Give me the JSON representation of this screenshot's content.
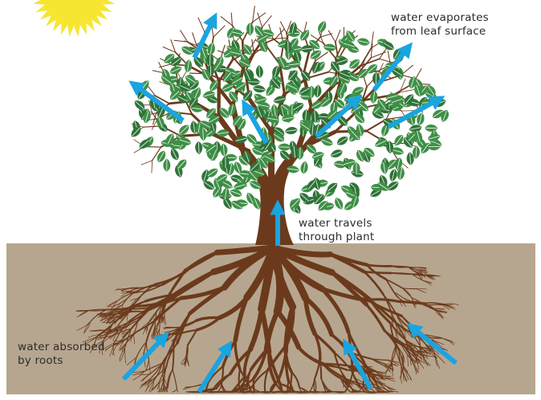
{
  "labels": {
    "evaporation": [
      "water evaporates",
      "from leaf surface"
    ],
    "transport": [
      "water travels",
      "through plant"
    ],
    "absorption": [
      "water absorbed",
      "by roots"
    ]
  },
  "colors": {
    "soil": "#b7a68f",
    "trunk": "#6b3a1c",
    "leaf": "#3f8f47",
    "leaf_dark": "#2f7338",
    "arrow": "#1aa4e0",
    "sun": "#f7e531",
    "background": "#ffffff"
  },
  "icons": {
    "sun": "sun-icon",
    "arrows": "water-flow-arrow-icon"
  }
}
